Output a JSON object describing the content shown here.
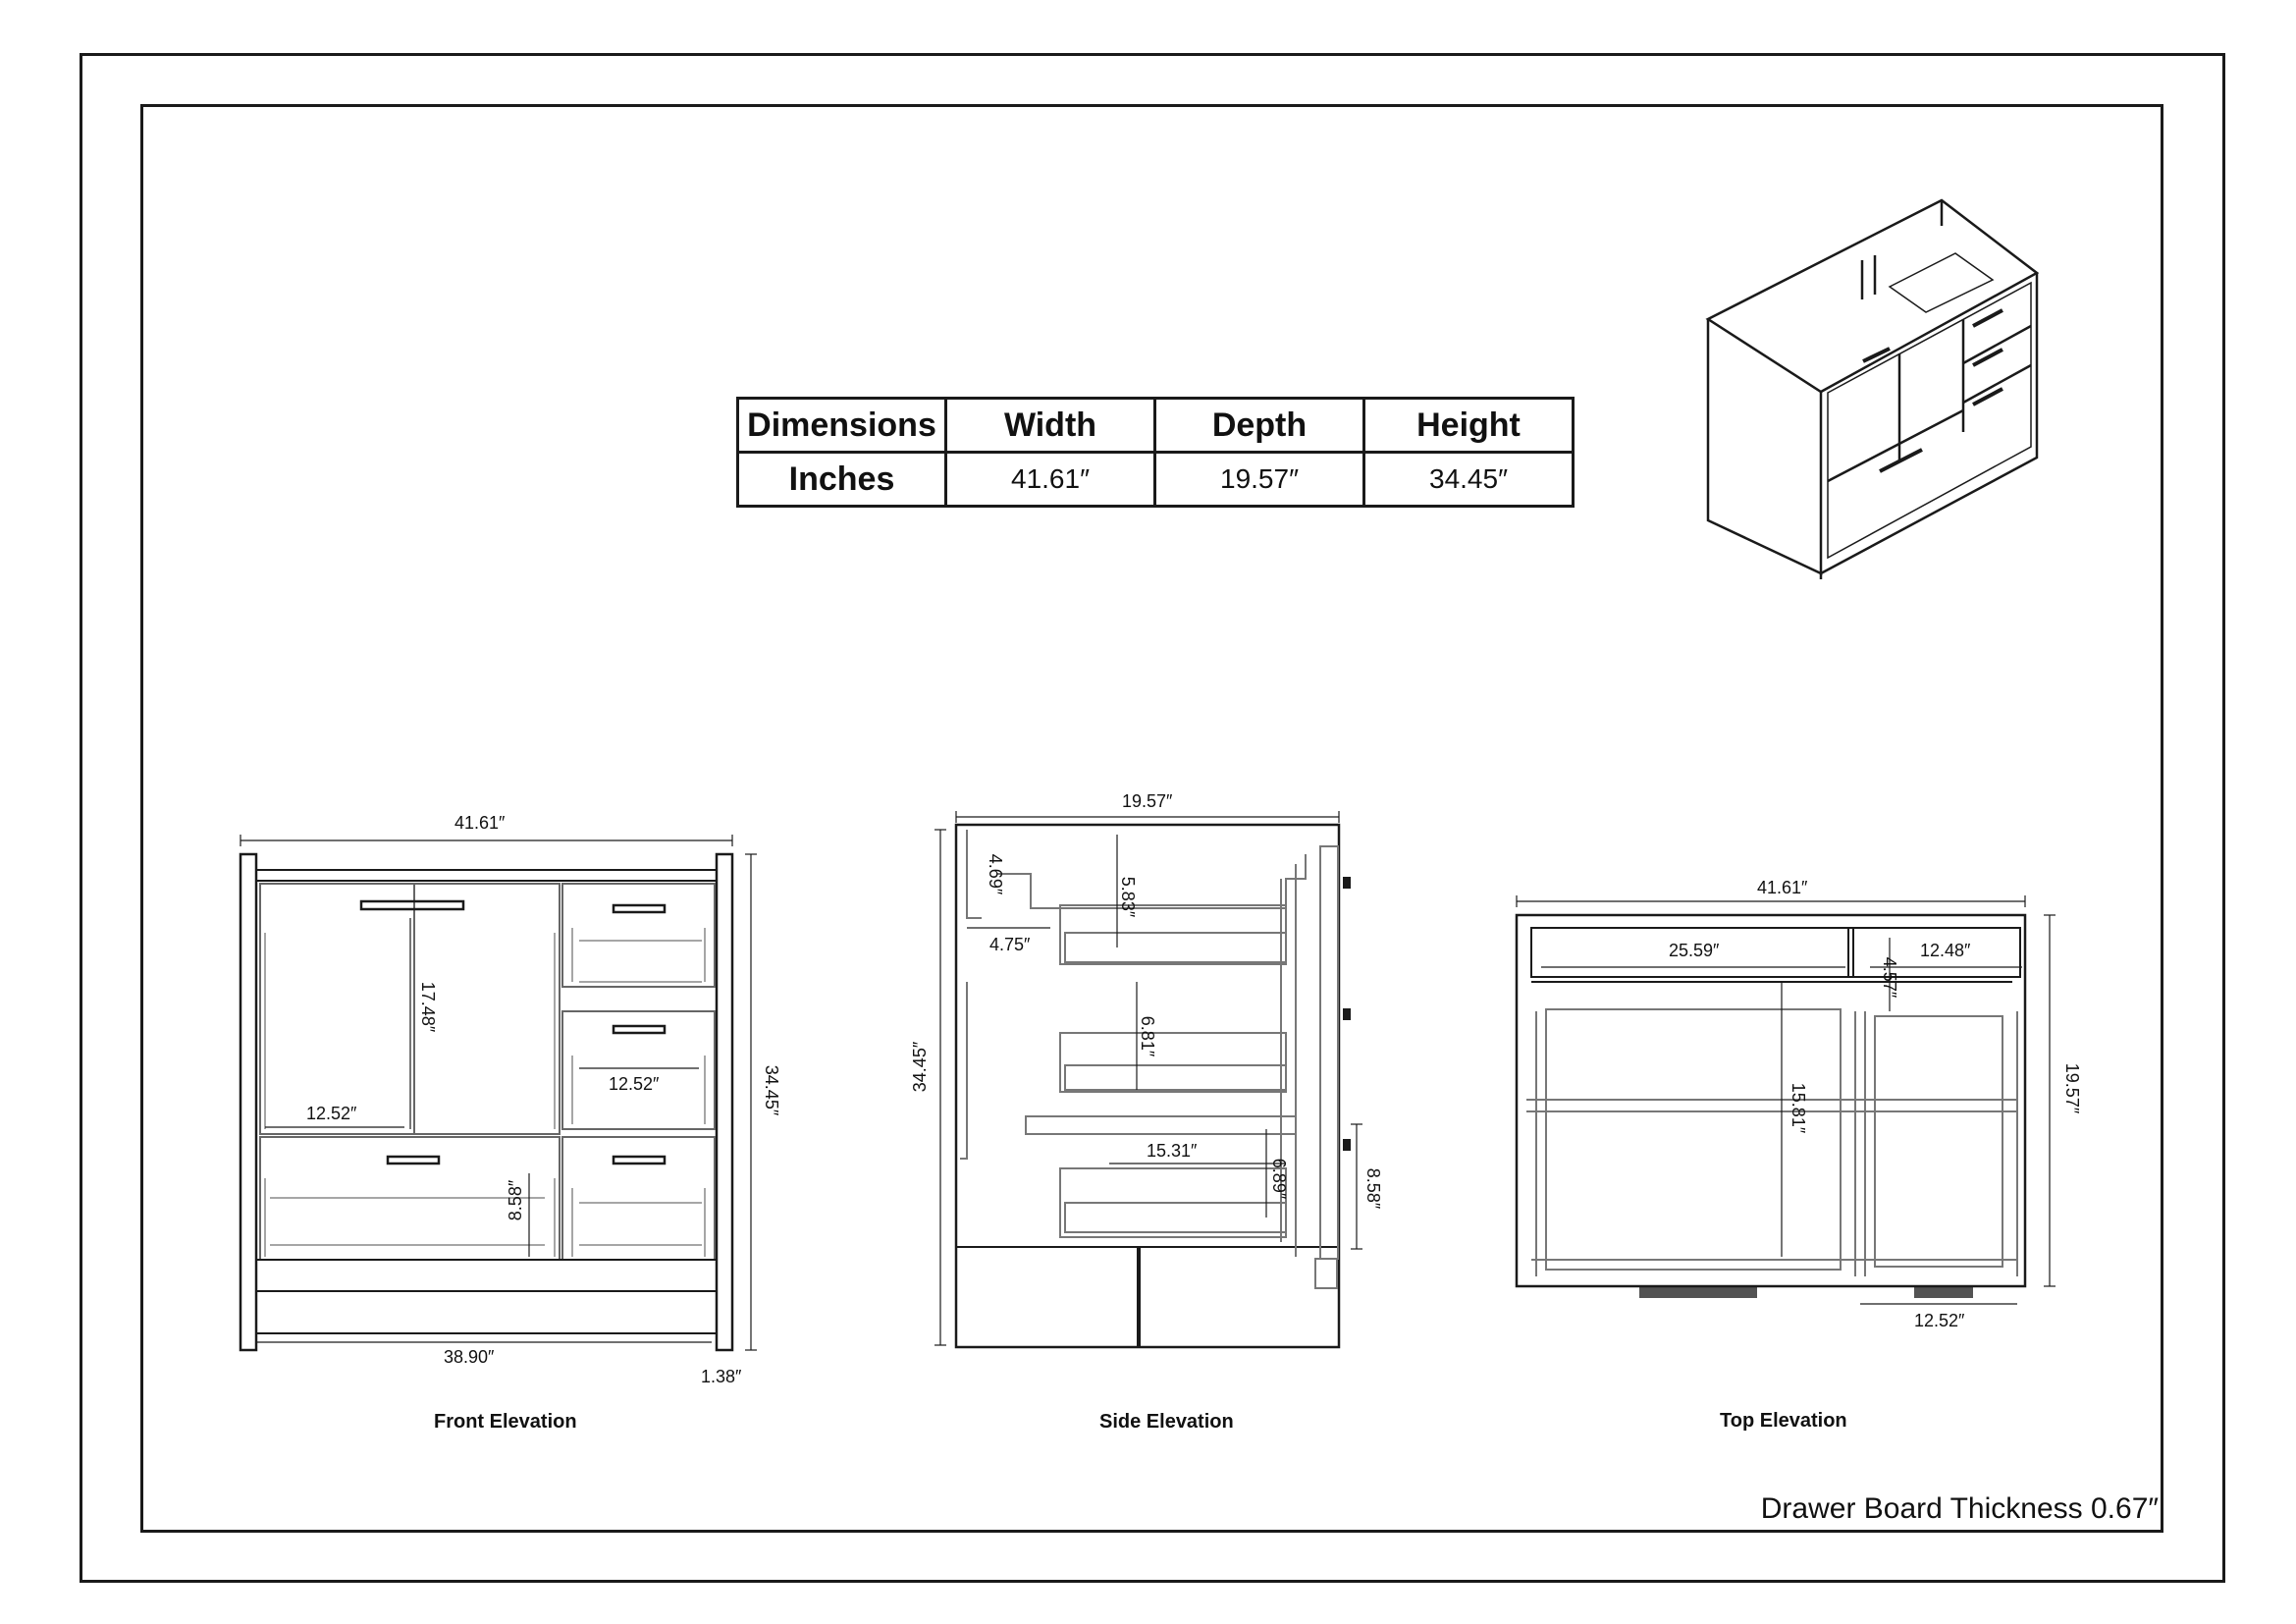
{
  "table": {
    "headers": [
      "Dimensions",
      "Width",
      "Depth",
      "Height"
    ],
    "row_label": "Inches",
    "values": [
      "41.61″",
      "19.57″",
      "34.45″"
    ]
  },
  "front": {
    "caption": "Front Elevation",
    "width": "41.61″",
    "height": "34.45″",
    "door_height": "17.48″",
    "door_width": "12.52″",
    "drawer_width": "12.52″",
    "drawer_height": "8.58″",
    "inner_width": "38.90″",
    "leg": "1.38″"
  },
  "side": {
    "caption": "Side Elevation",
    "depth": "19.57″",
    "height": "34.45″",
    "top_gap": "4.69″",
    "offset": "4.75″",
    "drawer1": "5.83″",
    "drawer2": "6.81″",
    "drawer3": "6.89″",
    "slide": "15.31″",
    "bottom": "8.58″"
  },
  "top": {
    "caption": "Top Elevation",
    "width": "41.61″",
    "depth": "19.57″",
    "left_width": "25.59″",
    "right_width": "12.48″",
    "right_gap": "4.57″",
    "inner_depth": "15.81″",
    "bottom_width": "12.52″"
  },
  "note": "Drawer Board Thickness 0.67″"
}
